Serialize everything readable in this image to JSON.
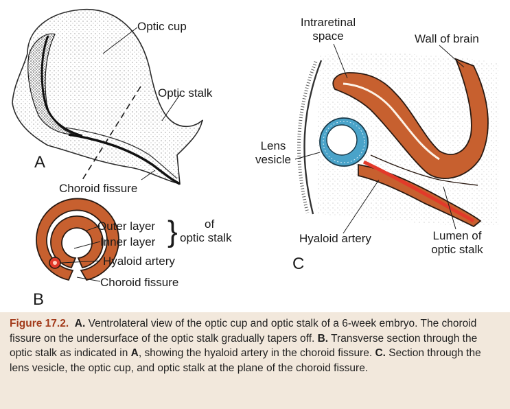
{
  "panels": {
    "A": {
      "letter": "A",
      "labels": {
        "optic_cup": "Optic cup",
        "optic_stalk": "Optic stalk",
        "choroid_fissure": "Choroid fissure"
      }
    },
    "B": {
      "letter": "B",
      "labels": {
        "outer_layer": "Outer layer",
        "inner_layer": "Inner layer",
        "of": "of",
        "optic_stalk": "optic stalk",
        "hyaloid_artery": "Hyaloid artery",
        "choroid_fissure": "Choroid fissure"
      }
    },
    "C": {
      "letter": "C",
      "labels": {
        "intraretinal_1": "Intraretinal",
        "intraretinal_2": "space",
        "wall_of_brain": "Wall of brain",
        "lens_1": "Lens",
        "lens_2": "vesicle",
        "hyaloid_artery": "Hyaloid artery",
        "lumen_1": "Lumen of",
        "lumen_2": "optic stalk"
      }
    }
  },
  "colors": {
    "tissue": "#c7602f",
    "artery": "#e23a2a",
    "lens": "#4aa3c9",
    "caption_bg": "#f2e8dc",
    "figure_label": "#a23a1a"
  },
  "caption": {
    "figure_label": "Figure 17.2.",
    "a_letter": "A.",
    "a_text": " Ventrolateral view of the optic cup and optic stalk of a 6-week embryo. The choroid fissure on the undersurface of the optic stalk gradually tapers off. ",
    "b_letter": "B.",
    "b_text_1": " Transverse section through the optic stalk as indicated in ",
    "b_ref": "A",
    "b_text_2": ", showing the hyaloid artery in the choroid fissure. ",
    "c_letter": "C.",
    "c_text": " Section through the lens vesicle, the optic cup, and optic stalk at the plane of the choroid fissure."
  }
}
